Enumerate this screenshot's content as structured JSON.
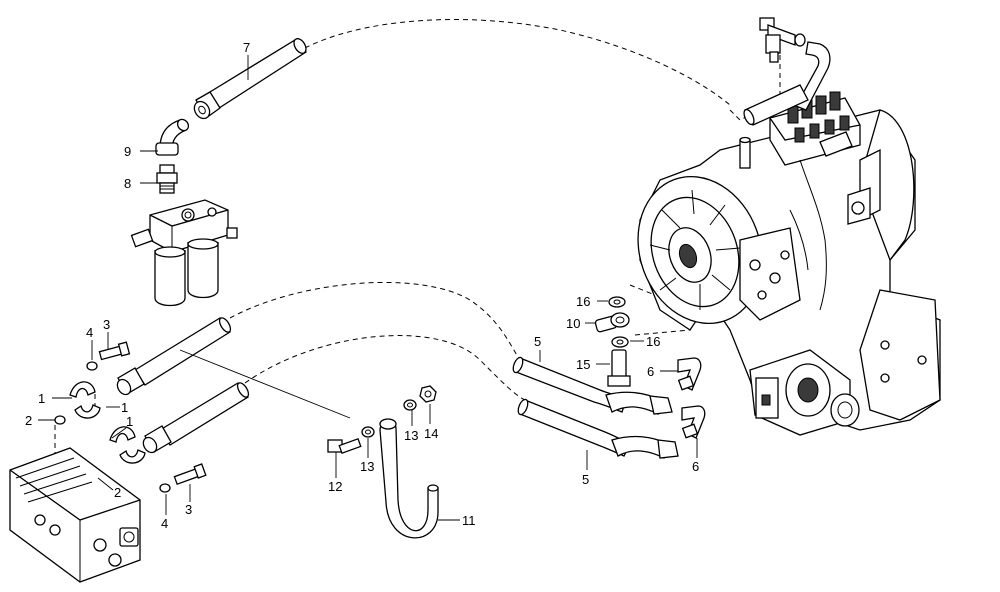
{
  "callouts": [
    {
      "id": "c7",
      "label": "7"
    },
    {
      "id": "c9",
      "label": "9"
    },
    {
      "id": "c8",
      "label": "8"
    },
    {
      "id": "c4a",
      "label": "4"
    },
    {
      "id": "c3a",
      "label": "3"
    },
    {
      "id": "c1a",
      "label": "1"
    },
    {
      "id": "c2a",
      "label": "2"
    },
    {
      "id": "c1b",
      "label": "1"
    },
    {
      "id": "c1c",
      "label": "1"
    },
    {
      "id": "c2b",
      "label": "2"
    },
    {
      "id": "c4b",
      "label": "4"
    },
    {
      "id": "c3b",
      "label": "3"
    },
    {
      "id": "c16a",
      "label": "16"
    },
    {
      "id": "c10",
      "label": "10"
    },
    {
      "id": "c16b",
      "label": "16"
    },
    {
      "id": "c5a",
      "label": "5"
    },
    {
      "id": "c15",
      "label": "15"
    },
    {
      "id": "c6a",
      "label": "6"
    },
    {
      "id": "c6b",
      "label": "6"
    },
    {
      "id": "c5b",
      "label": "5"
    },
    {
      "id": "c13a",
      "label": "13"
    },
    {
      "id": "c14",
      "label": "14"
    },
    {
      "id": "c12",
      "label": "12"
    },
    {
      "id": "c13b",
      "label": "13"
    },
    {
      "id": "c11",
      "label": "11"
    }
  ]
}
